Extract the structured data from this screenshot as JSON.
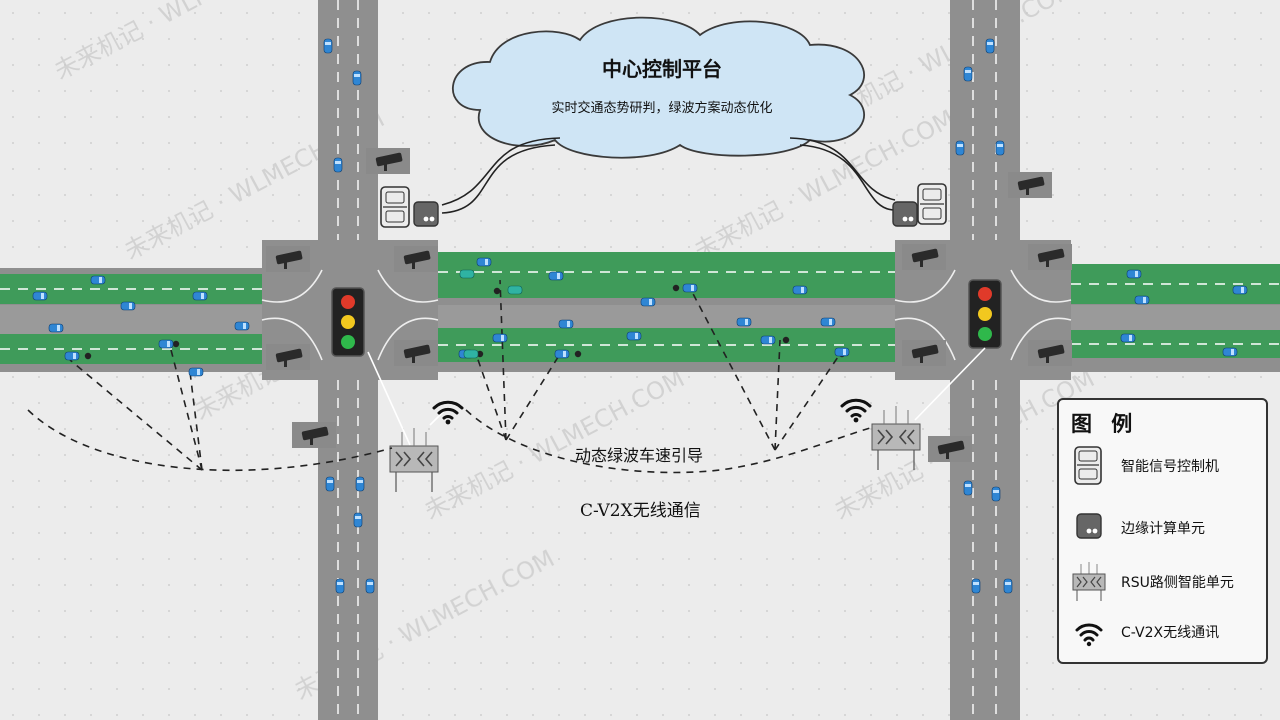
{
  "cloud": {
    "title": "中心控制平台",
    "subtitle": "实时交通态势研判，绿波方案动态优化"
  },
  "labels": {
    "guidance": "动态绿波车速引导",
    "v2x": "C-V2X无线通信"
  },
  "legend": {
    "title": "图 例",
    "items": [
      {
        "icon": "signal-controller-icon",
        "label": "智能信号控制机"
      },
      {
        "icon": "edge-computing-icon",
        "label": "边缘计算单元"
      },
      {
        "icon": "rsu-icon",
        "label": "RSU路侧智能单元"
      },
      {
        "icon": "wifi-icon",
        "label": "C-V2X无线通讯"
      }
    ]
  },
  "watermark": "未来机记 · WLMECH.COM",
  "colors": {
    "road": "#8f8f8f",
    "green_lane": "#3f9b5a",
    "cloud": "#cfe5f5",
    "car": "#2f86d4",
    "car_highlight": "#2fb3a3"
  }
}
